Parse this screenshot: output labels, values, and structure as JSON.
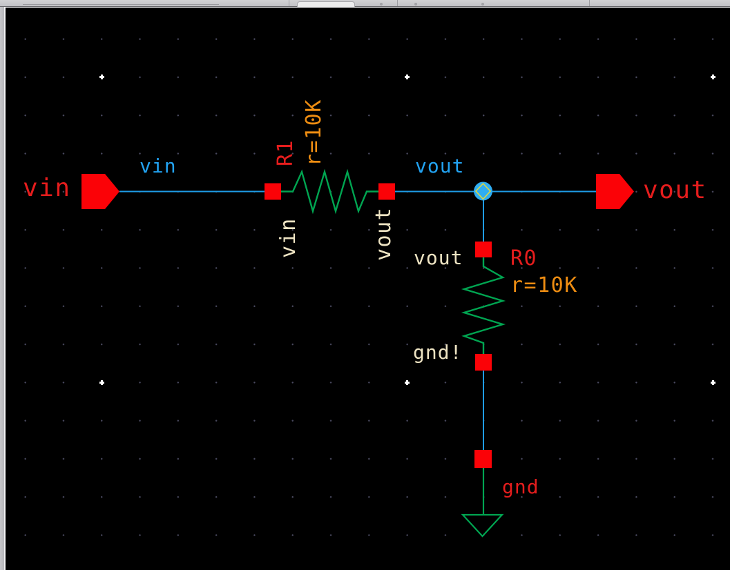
{
  "app": {
    "view": "schematic-editor-canvas"
  },
  "schematic": {
    "pins": [
      {
        "label": "vin",
        "net_label": "vin",
        "direction": "input"
      },
      {
        "label": "vout",
        "net_label": "vout",
        "direction": "output"
      }
    ],
    "components": [
      {
        "ref": "R1",
        "value": "r=10K",
        "type": "resistor",
        "orientation": "horizontal",
        "term_left": "vin",
        "term_right": "vout"
      },
      {
        "ref": "R0",
        "value": "r=10K",
        "type": "resistor",
        "orientation": "vertical",
        "term_top": "vout",
        "term_bottom": "gnd!"
      }
    ],
    "ground": {
      "net_label": "gnd"
    },
    "colors": {
      "background": "#000000",
      "wire_blue": "#1e9ce6",
      "component_green": "#00a551",
      "pin_red": "#fb0207",
      "label_red": "#e51d1d",
      "value_orange": "#ee8d12",
      "net_cream": "#eee4c3",
      "net_blue": "#22a3f2",
      "junction_fill": "#2fadf2",
      "junction_diamond": "#ded840",
      "grid_minor": "#4a4a60",
      "grid_major": "#ffffff"
    }
  }
}
